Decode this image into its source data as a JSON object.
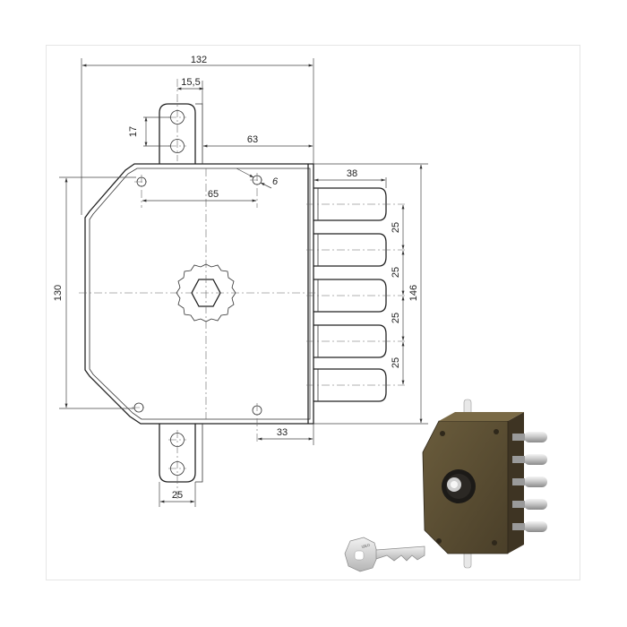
{
  "dimensions": {
    "overall_width": "132",
    "strike_plate_offset": "15,5",
    "strike_hole_spacing": "17",
    "spindle_to_front": "63",
    "bolt_projection": "38",
    "screw_hole_distance": "65",
    "screw_hole_diameter": "6",
    "case_height": "130",
    "overall_height": "146",
    "bolt_spacing_1": "25",
    "bolt_spacing_2": "25",
    "bolt_spacing_3": "25",
    "bolt_spacing_4": "25",
    "bottom_hole_offset": "33",
    "strike_plate_width": "25"
  },
  "key_label": "ISEO",
  "colors": {
    "lock_body": "#5b4f34",
    "lock_body_dark": "#3c3322",
    "chrome": "#d7d7d7",
    "line": "#222222"
  }
}
